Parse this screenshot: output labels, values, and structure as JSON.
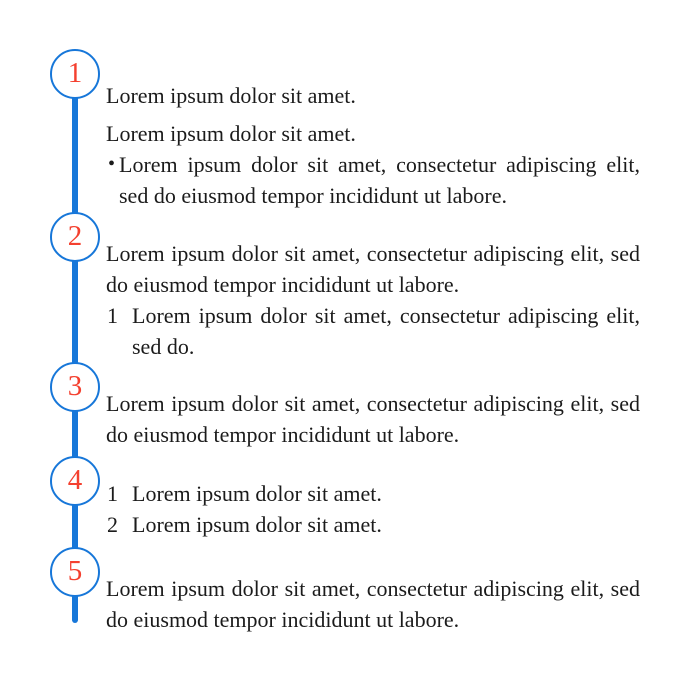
{
  "colors": {
    "accent_blue": "#1777d9",
    "number_red": "#f4402f",
    "text_color": "#1b1b1b",
    "background": "#ffffff"
  },
  "timeline": {
    "steps": [
      {
        "number": "1",
        "blocks": [
          {
            "type": "paragraph",
            "text": "Lorem ipsum dolor sit amet."
          },
          {
            "type": "paragraph",
            "text": "Lorem ipsum dolor sit amet."
          },
          {
            "type": "bullet-item",
            "marker": "•",
            "text": "Lorem ipsum dolor sit amet, consectetur adipiscing elit, sed do eiusmod tempor incididunt ut labore."
          }
        ]
      },
      {
        "number": "2",
        "blocks": [
          {
            "type": "paragraph",
            "text": "Lorem ipsum dolor sit amet, consectetur adipiscing elit, sed do eiusmod tempor incididunt ut labore."
          },
          {
            "type": "numbered-item",
            "marker": "1",
            "text": "Lorem ipsum dolor sit amet, consectetur adipiscing elit, sed do."
          }
        ]
      },
      {
        "number": "3",
        "blocks": [
          {
            "type": "paragraph",
            "text": "Lorem ipsum dolor sit amet, consectetur adipiscing elit, sed do eiusmod tempor incididunt ut labore."
          }
        ]
      },
      {
        "number": "4",
        "blocks": [
          {
            "type": "numbered-item",
            "marker": "1",
            "text": "Lorem ipsum dolor sit amet."
          },
          {
            "type": "numbered-item",
            "marker": "2",
            "text": "Lorem ipsum dolor sit amet."
          }
        ]
      },
      {
        "number": "5",
        "blocks": [
          {
            "type": "paragraph",
            "text": "Lorem ipsum dolor sit amet, consectetur adipiscing elit, sed do eiusmod tempor incididunt ut labore."
          }
        ]
      }
    ]
  }
}
